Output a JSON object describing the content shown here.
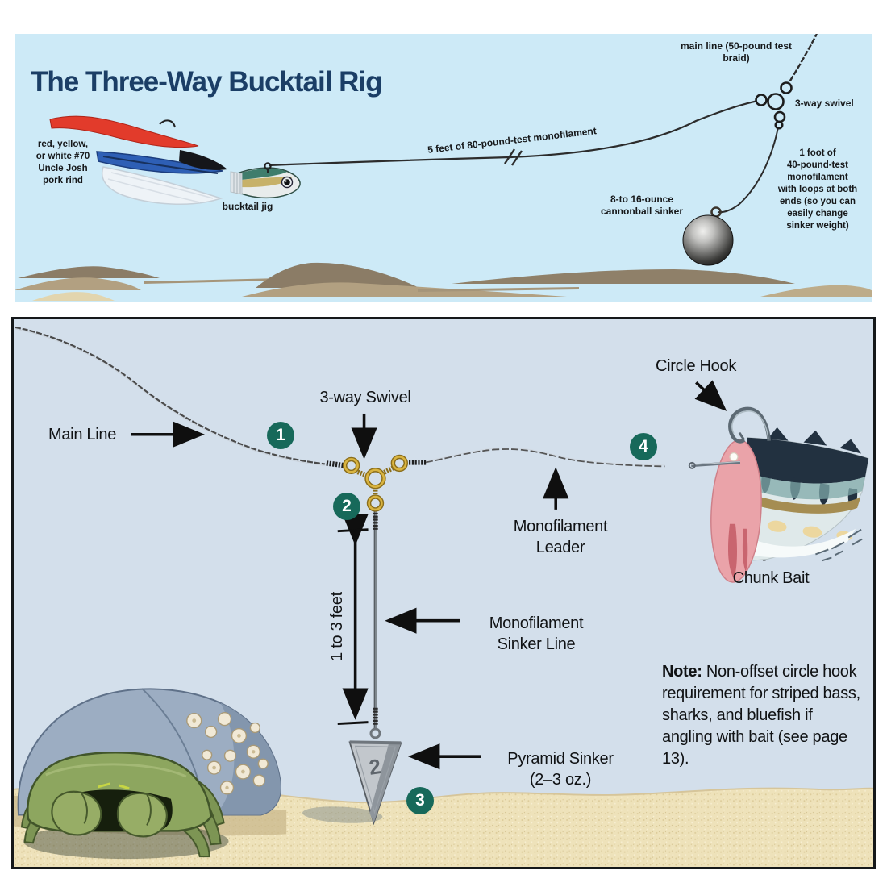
{
  "top_panel": {
    "title": "The Three-Way Bucktail Rig",
    "pork_rind_label": "red, yellow,\nor white #70\nUncle Josh\npork rind",
    "jig_label": "bucktail jig",
    "mono_label": "5 feet of 80-pound-test monofilament",
    "main_line_label": "main line  (50-pound test\nbraid)",
    "swivel_label": "3-way swivel",
    "dropper_label": "1 foot of\n40-pound-test\nmonofilament\nwith loops at both\nends (so you can\neasily change\nsinker weight)",
    "sinker_label": "8-to 16-ounce\ncannonball sinker"
  },
  "bottom_panel": {
    "main_line_label": "Main Line",
    "swivel_label": "3-way Swivel",
    "circle_hook_label": "Circle Hook",
    "leader_label": "Monofilament\nLeader",
    "chunk_bait_label": "Chunk Bait",
    "sinker_line_label": "Monofilament\nSinker Line",
    "length_label": "1 to 3 feet",
    "pyramid_label": "Pyramid Sinker\n(2–3 oz.)",
    "sinker_weight_number": "2",
    "steps": [
      "1",
      "2",
      "3",
      "4"
    ],
    "note": {
      "bold": "Note:",
      "text": " Non-offset circle hook requirement for striped bass, sharks, and bluefish if angling with bait (see page 13)."
    }
  },
  "colors": {
    "top_background": "#cdeaf7",
    "bottom_background": "#d3dfeb",
    "title_navy": "#1b3e66",
    "step_badge_green": "#17695a",
    "sand_tan": "#eee2ba",
    "swivel_gold": "#d9b440",
    "pork_rind_red": "#e23b2b"
  }
}
